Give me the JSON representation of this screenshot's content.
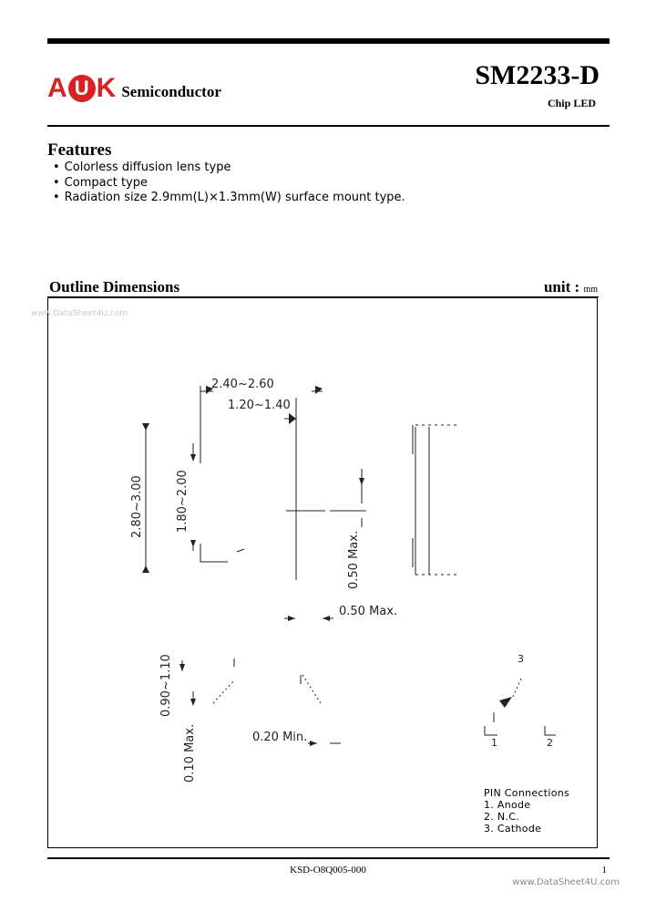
{
  "header": {
    "logo_letters": [
      "A",
      "U",
      "K"
    ],
    "company": "Semiconductor",
    "model": "SM2233-D",
    "category": "Chip LED"
  },
  "features": {
    "title": "Features",
    "items": [
      "Colorless diffusion lens type",
      "Compact type",
      "Radiation size 2.9mm(L)×1.3mm(W) surface mount type."
    ]
  },
  "outline": {
    "title": "Outline Dimensions",
    "unit_label": "unit :",
    "unit_value": "mm",
    "watermark": "www.DataSheet4U.com",
    "dimensions": {
      "width_total": "2.40~2.60",
      "width_inner": "1.20~1.40",
      "height_total": "2.80~3.00",
      "height_inner": "1.80~2.00",
      "lead_max_v": "0.50 Max.",
      "lead_max_h": "0.50 Max.",
      "thickness": "0.90~1.10",
      "standoff": "0.10 Max.",
      "lead_min": "0.20 Min."
    },
    "pin_numbers": [
      "1",
      "2",
      "3"
    ],
    "pin_connections": {
      "title": "PIN Connections",
      "items": [
        "1. Anode",
        "2. N.C.",
        "3. Cathode"
      ]
    }
  },
  "footer": {
    "doc_code": "KSD-O8Q005-000",
    "page": "1",
    "watermark": "www.DataSheet4U.com"
  }
}
